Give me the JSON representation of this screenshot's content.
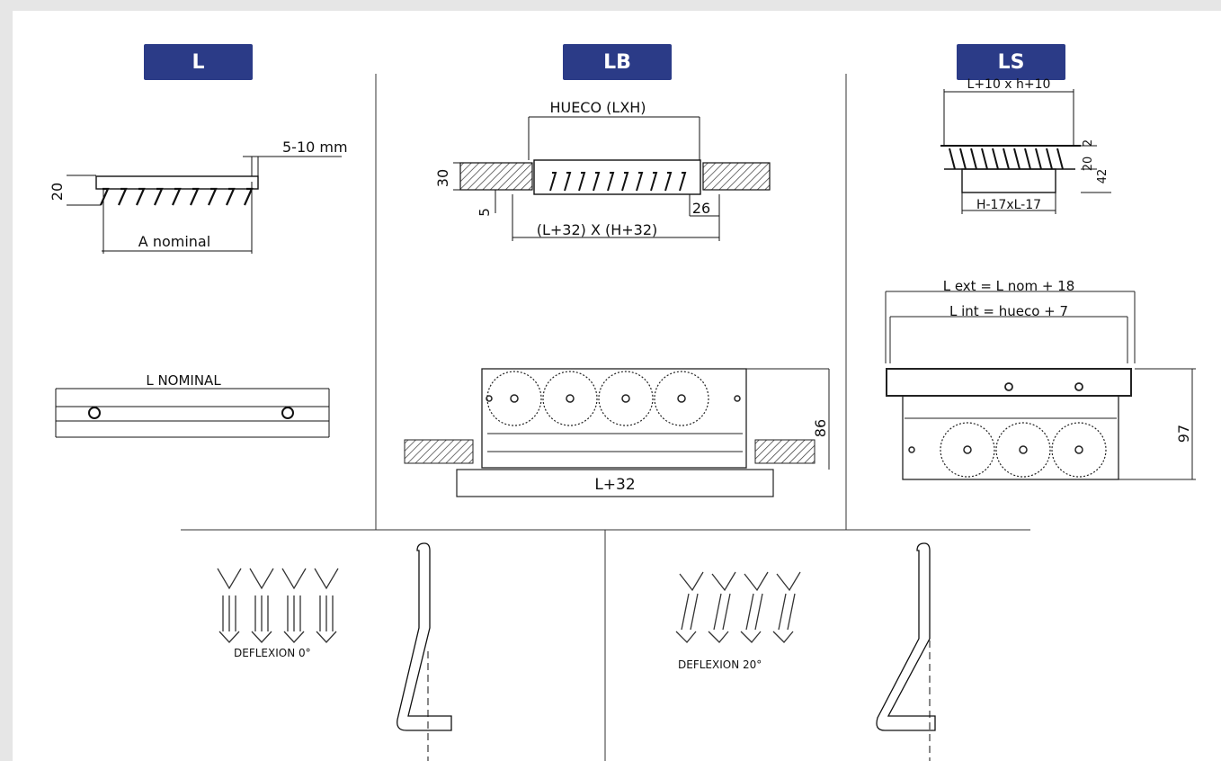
{
  "badges": {
    "l": "L",
    "lb": "LB",
    "ls": "LS"
  },
  "panel_l": {
    "gap_label": "5-10 mm",
    "height_label": "20",
    "nominal_label": "A nominal",
    "front_label": "L NOMINAL"
  },
  "panel_lb": {
    "hueco_label": "HUECO (LXH)",
    "height_label": "30",
    "five_label": "5",
    "frame_label": "(L+32) X (H+32)",
    "flange_label": "26",
    "side_height_label": "86",
    "bottom_label": "L+32"
  },
  "panel_ls": {
    "top_label": "L+10 x h+10",
    "dim_2": "2",
    "dim_20": "20",
    "dim_42": "42",
    "inner_label": "H-17xL-17",
    "ext_label": "L ext = L nom + 18",
    "int_label": "L int = hueco + 7",
    "height_label": "97"
  },
  "deflections": {
    "zero": "DEFLEXION 0°",
    "twenty": "DEFLEXION 20°"
  },
  "colors": {
    "badge": "#2b3b87",
    "line": "#222222",
    "page": "#e6e6e6"
  }
}
